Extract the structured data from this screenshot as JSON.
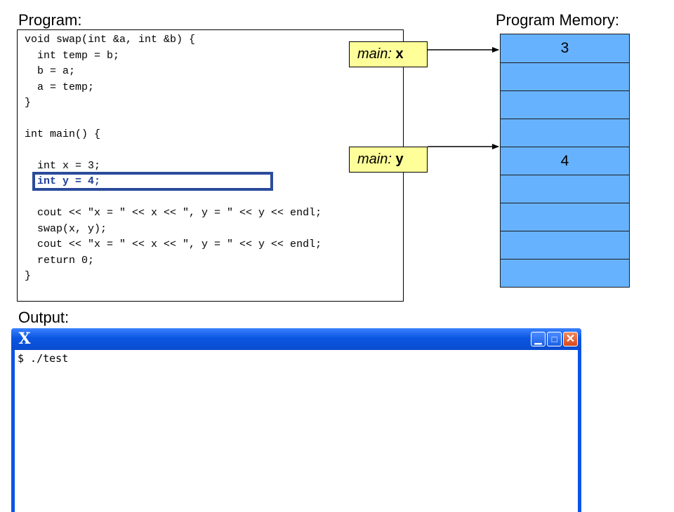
{
  "headings": {
    "program": "Program:",
    "memory": "Program Memory:",
    "output": "Output:"
  },
  "code": {
    "lines": [
      "void swap(int &a, int &b) {",
      "  int temp = b;",
      "  b = a;",
      "  a = temp;",
      "}",
      "",
      "int main() {",
      "",
      "  int x = 3;",
      "  int y = 4;",
      "",
      "  cout << \"x = \" << x << \", y = \" << y << endl;",
      "  swap(x, y);",
      "  cout << \"x = \" << x << \", y = \" << y << endl;",
      "  return 0;",
      "}"
    ],
    "current_line_index": 9
  },
  "variables": {
    "x": {
      "scope": "main:",
      "name": "x"
    },
    "y": {
      "scope": "main:",
      "name": "y"
    }
  },
  "memory": {
    "cells": [
      "3",
      "",
      "",
      "",
      "4",
      "",
      "",
      "",
      ""
    ]
  },
  "terminal": {
    "logo": "X",
    "minimize_icon": "minimize-icon",
    "maximize_icon": "maximize-icon",
    "close_icon": "close-icon",
    "output": "$ ./test"
  },
  "colors": {
    "memory_fill": "#66b2ff",
    "label_fill": "#ffff99",
    "highlight": "#2b4b9b",
    "terminal_frame": "#0a54e6"
  }
}
